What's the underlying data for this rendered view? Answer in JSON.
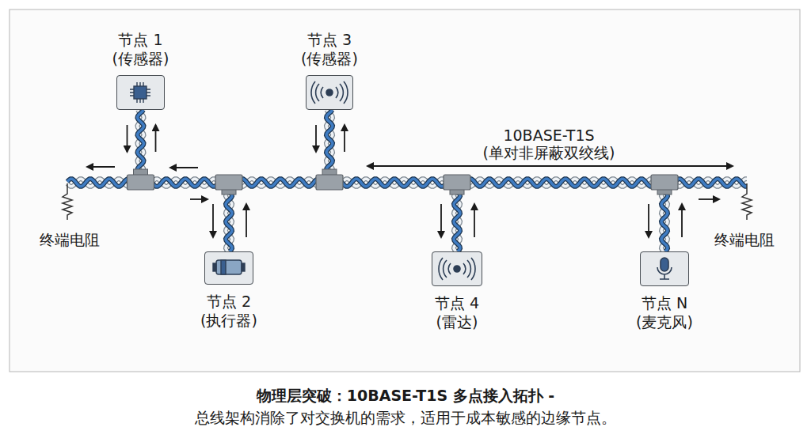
{
  "diagram": {
    "title": "物理层突破：10BASE-T1S 多点接入拓扑 -",
    "caption": "总线架构消除了对交换机的需求，适用于成本敏感的边缘节点。",
    "nodes": [
      {
        "text": [
          "节点 1",
          "(传感器)"
        ]
      },
      {
        "text": [
          "节点 3",
          "(传感器)"
        ]
      },
      {
        "text": [
          "节点 2",
          "(执行器)"
        ]
      },
      {
        "text": [
          "节点 4",
          "(雷达)"
        ]
      },
      {
        "text": [
          "节点 N",
          "(麦克风)"
        ]
      }
    ],
    "labels": [
      "终端电阻",
      "10BASE-T1S",
      "(单对非屏蔽双绞线)",
      "终端电阻"
    ]
  }
}
